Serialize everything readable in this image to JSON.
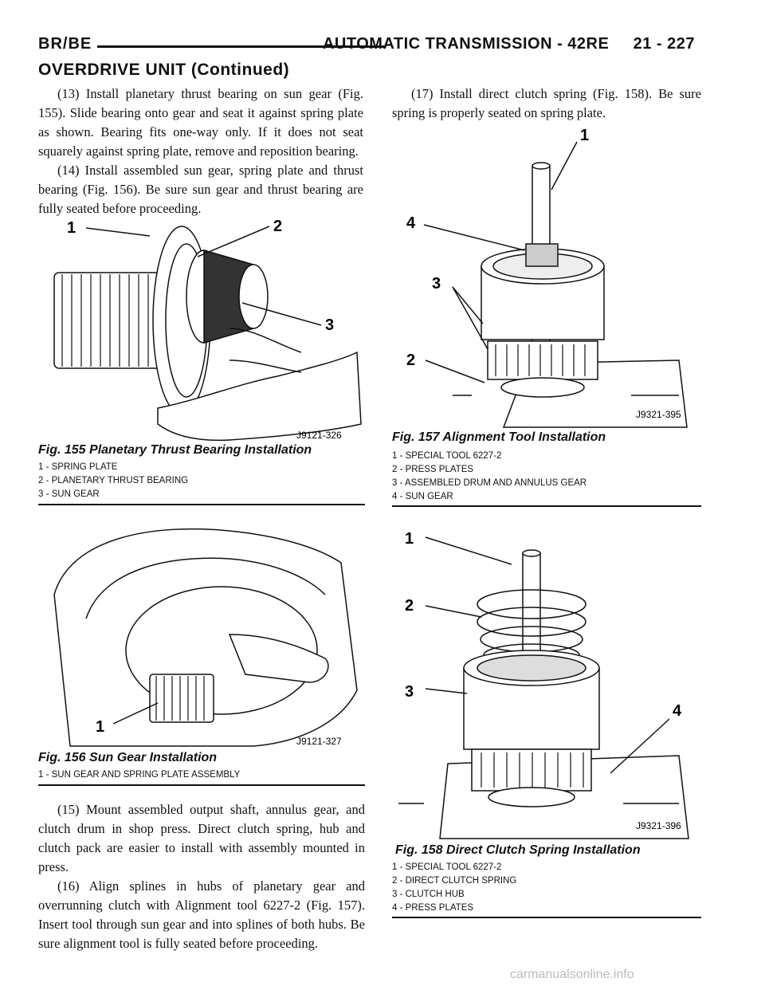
{
  "header": {
    "left": "BR/BE",
    "right": "AUTOMATIC TRANSMISSION - 42RE     21 - 227"
  },
  "section_title": "OVERDRIVE UNIT (Continued)",
  "left_column": {
    "p13": "(13) Install planetary thrust bearing on sun gear (Fig. 155). Slide bearing onto gear and seat it against spring plate as shown. Bearing fits one-way only. If it does not seat squarely against spring plate, remove and reposition bearing.",
    "p14": "(14) Install assembled sun gear, spring plate and thrust bearing (Fig. 156). Be sure sun gear and thrust bearing are fully seated before proceeding.",
    "p15": "(15) Mount assembled output shaft, annulus gear, and clutch drum in shop press. Direct clutch spring, hub and clutch pack are easier to install with assembly mounted in press.",
    "p16": "(16) Align splines in hubs of planetary gear and overrunning clutch with Alignment tool 6227-2 (Fig. 157). Insert tool through sun gear and into splines of both hubs. Be sure alignment tool is fully seated before proceeding."
  },
  "right_column": {
    "p17": "(17) Install direct clutch spring (Fig. 158). Be sure spring is properly seated on spring plate."
  },
  "fig155": {
    "code": "J9121-326",
    "title": "Fig. 155 Planetary Thrust Bearing Installation",
    "callouts": [
      "1",
      "2",
      "3"
    ],
    "legend": [
      "1 - SPRING PLATE",
      "2 - PLANETARY THRUST BEARING",
      "3 - SUN GEAR"
    ]
  },
  "fig156": {
    "code": "J9121-327",
    "title": "Fig. 156 Sun Gear Installation",
    "callouts": [
      "1"
    ],
    "legend": [
      "1 - SUN GEAR AND SPRING PLATE ASSEMBLY"
    ]
  },
  "fig157": {
    "code": "J9321-395",
    "title": "Fig. 157 Alignment Tool Installation",
    "callouts": [
      "1",
      "4",
      "3",
      "2"
    ],
    "legend": [
      "1 - SPECIAL TOOL 6227-2",
      "2 - PRESS PLATES",
      "3 - ASSEMBLED DRUM AND ANNULUS GEAR",
      "4 - SUN GEAR"
    ]
  },
  "fig158": {
    "code": "J9321-396",
    "title": "Fig. 158 Direct Clutch Spring Installation",
    "callouts": [
      "1",
      "2",
      "3",
      "4"
    ],
    "legend": [
      "1 - SPECIAL TOOL 6227-2",
      "2 - DIRECT CLUTCH SPRING",
      "3 - CLUTCH HUB",
      "4 - PRESS PLATES"
    ]
  },
  "watermark": "carmanualsonline.info"
}
